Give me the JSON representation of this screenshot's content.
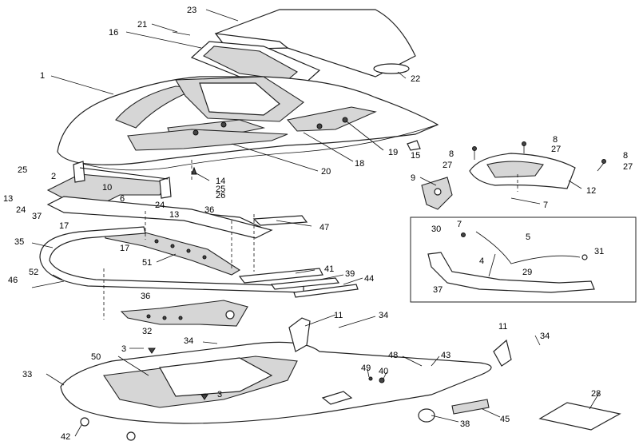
{
  "diagram": {
    "callouts": [
      "1",
      "2",
      "3",
      "3",
      "4",
      "5",
      "6",
      "7",
      "7",
      "8",
      "8",
      "8",
      "9",
      "10",
      "11",
      "11",
      "12",
      "13",
      "13",
      "14",
      "15",
      "16",
      "17",
      "17",
      "18",
      "19",
      "20",
      "21",
      "22",
      "23",
      "24",
      "24",
      "25",
      "25",
      "26",
      "27",
      "27",
      "27",
      "28",
      "29",
      "30",
      "31",
      "32",
      "33",
      "34",
      "34",
      "34",
      "35",
      "36",
      "36",
      "37",
      "37",
      "38",
      "39",
      "40",
      "41",
      "42",
      "43",
      "44",
      "45",
      "46",
      "47",
      "48",
      "49",
      "50",
      "51",
      "52"
    ]
  }
}
